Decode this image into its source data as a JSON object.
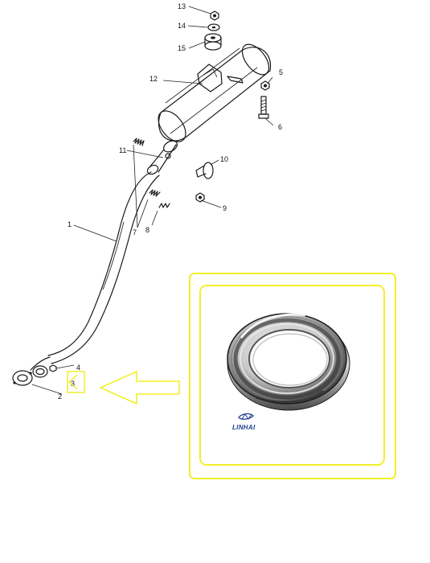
{
  "callouts": {
    "c1": "1",
    "c2": "2",
    "c3": "3",
    "c4": "4",
    "c5": "5",
    "c6": "6",
    "c7": "7",
    "c8": "8",
    "c9": "9",
    "c10": "10",
    "c11": "11",
    "c12": "12",
    "c13": "13",
    "c14": "14",
    "c15": "15"
  },
  "brand": {
    "name": "LINHAI",
    "color": "#1f3f8f"
  },
  "highlight": {
    "color": "#f2ef2b",
    "selected_part": "3"
  },
  "product_photo": {
    "subject": "exhaust gasket ring"
  }
}
